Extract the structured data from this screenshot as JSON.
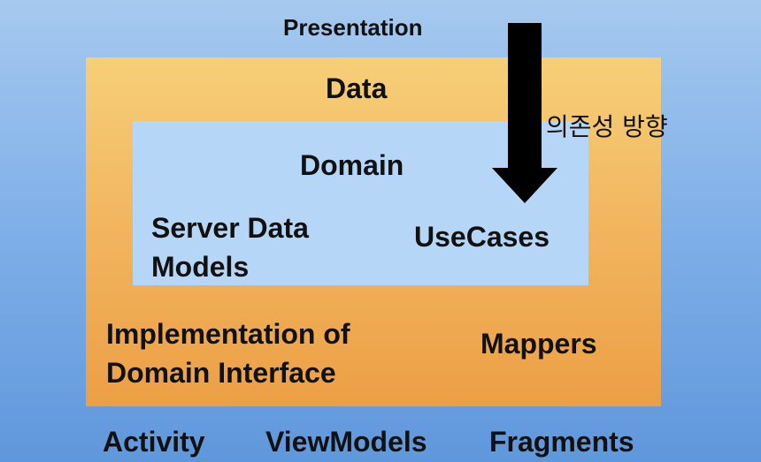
{
  "presentation": {
    "title": "Presentation",
    "items": [
      "Activity",
      "ViewModels",
      "Fragments"
    ]
  },
  "data_layer": {
    "title": "Data",
    "items": [
      "Implementation of Domain Interface",
      "Mappers"
    ]
  },
  "domain_layer": {
    "title": "Domain",
    "items": [
      "Server Data Models",
      "UseCases"
    ]
  },
  "dependency_direction": "의존성 방향",
  "colors": {
    "background": "#86b4ea",
    "data_box": "#f2b760",
    "domain_box": "#b5d6f6",
    "arrow": "#000000"
  }
}
